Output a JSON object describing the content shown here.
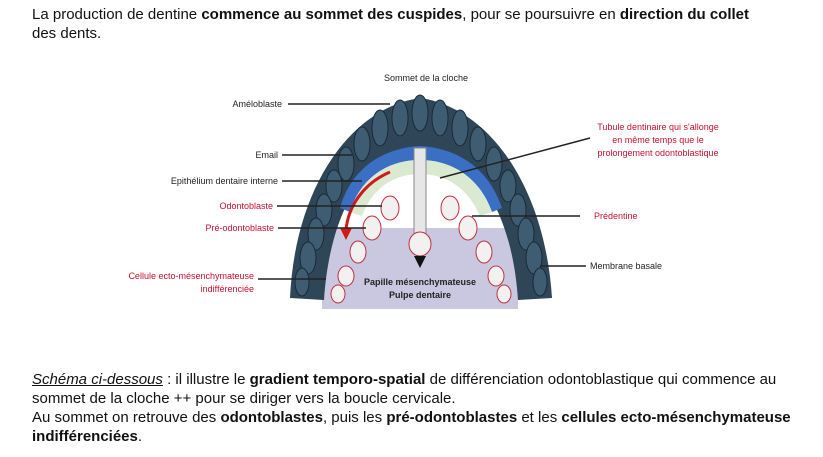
{
  "intro": {
    "t1": "La production de dentine ",
    "b1": "commence au sommet des cuspides",
    "t2": ", pour se poursuivre en ",
    "b2": "direction du collet",
    "t3": "des dents."
  },
  "diagram": {
    "labels": {
      "top": "Sommet de la cloche",
      "ameloblaste": "Améloblaste",
      "email": "Email",
      "epithelium": "Epithélium dentaire interne",
      "odontoblaste": "Odontoblaste",
      "pre_odontoblaste": "Pré-odontoblaste",
      "cellule_line1": "Cellule ecto-mésenchymateuse",
      "cellule_line2": "indifférenciée",
      "tubule_line1": "Tubule dentinaire qui s'allonge",
      "tubule_line2": "en même temps que le",
      "tubule_line3": "prolongement odontoblastique",
      "predentine": "Prédentine",
      "membrane": "Membrane basale",
      "papille_line1": "Papille mésenchymateuse",
      "papille_line2": "Pulpe dentaire"
    },
    "colors": {
      "black_label": "#222222",
      "red_label": "#c8102e",
      "ameloblast_fill": "#2e4657",
      "enamel": "#3b6fc4",
      "predentine": "#d9ead0",
      "pulp": "#c9c8e0",
      "arrow": "#d01a1a"
    }
  },
  "summary": {
    "u": "Schéma ci-dessous",
    "t1": " : il illustre le ",
    "b1": "gradient temporo-spatial",
    "t2": " de différenciation odontoblastique qui commence au sommet de la cloche ++ pour se diriger vers la boucle cervicale.",
    "t3": "Au sommet on retrouve des ",
    "b2": "odontoblastes",
    "t4": ", puis les ",
    "b3": "pré-odontoblastes",
    "t5": " et les ",
    "b4": "cellules ecto-mésenchymateuse indifférenciées",
    "t6": "."
  }
}
